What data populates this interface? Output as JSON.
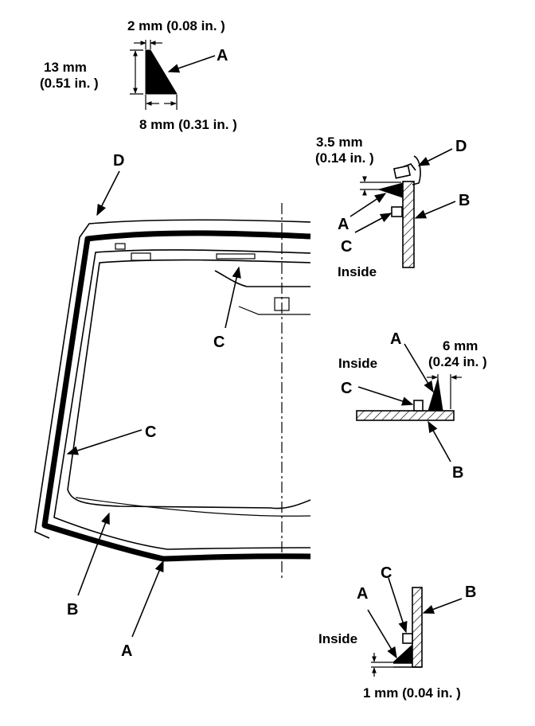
{
  "section_profile": {
    "top_dim": "2 mm (0.08 in. )",
    "height_dim_line1": "13 mm",
    "height_dim_line2": "(0.51 in. )",
    "bottom_dim": "8 mm (0.31 in. )",
    "label": "A"
  },
  "windshield_view": {
    "labels": {
      "molding": "D",
      "spacer_top": "C",
      "spacer_side": "C",
      "glass": "B",
      "adhesive": "A"
    }
  },
  "top_detail": {
    "dim_line1": "3.5 mm",
    "dim_line2": "(0.14 in. )",
    "label_d": "D",
    "label_b": "B",
    "label_a": "A",
    "label_c": "C",
    "inside": "Inside"
  },
  "mid_detail": {
    "label_a": "A",
    "dim_line1": "6 mm",
    "dim_line2": "(0.24 in. )",
    "inside": "Inside",
    "label_c": "C",
    "label_b": "B"
  },
  "bottom_detail": {
    "label_c": "C",
    "label_b": "B",
    "label_a": "A",
    "inside": "Inside",
    "dim": "1 mm (0.04 in. )"
  }
}
